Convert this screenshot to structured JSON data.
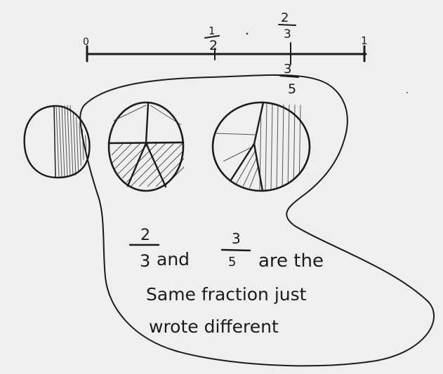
{
  "number_line": {
    "label_start": "0",
    "label_end": "1",
    "mark_half_num": "1",
    "mark_half_den": "2",
    "mark_two_thirds_num": "2",
    "mark_two_thirds_den": "3",
    "mark_three_fifths_num": "3",
    "mark_three_fifths_den": "5"
  },
  "note": {
    "frac1_num": "2",
    "frac1_den": "3",
    "word_and": "and",
    "frac2_num": "3",
    "frac2_den": "5",
    "line1_rest": "are the",
    "line2": "Same fraction just",
    "line3": "wrote different"
  },
  "colors": {
    "ink": "#1b1b1b",
    "paper": "#efefef"
  }
}
